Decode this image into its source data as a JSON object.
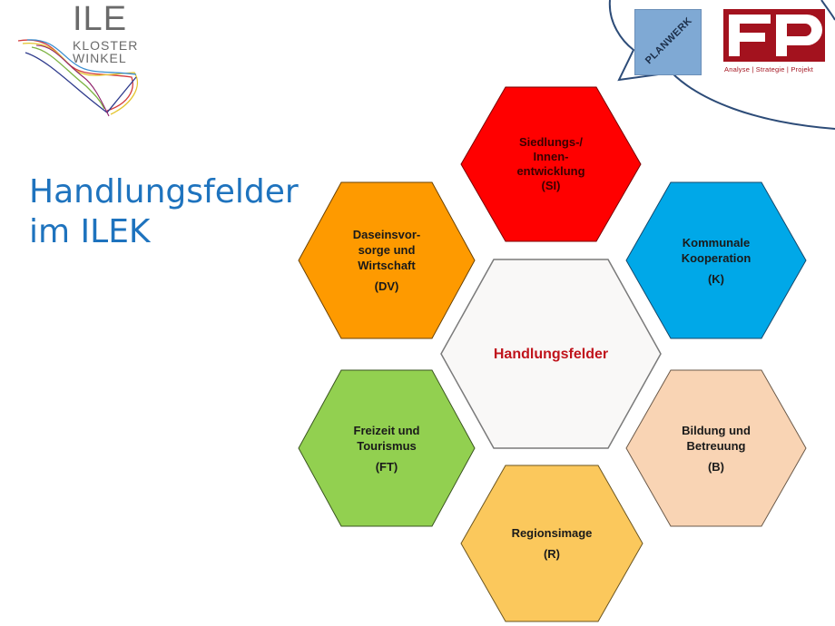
{
  "logo": {
    "ile_line1": "ILE",
    "ile_line2": "KLOSTER",
    "ile_line3": "WINKEL"
  },
  "partner_logos": {
    "planwerk_label": "PLANWERK",
    "fp_label": "FP",
    "fp_tagline": "Analyse | Strategie | Projekt"
  },
  "title": {
    "line1": "Handlungsfelder",
    "line2": "im ILEK"
  },
  "diagram": {
    "center": {
      "label": "Handlungsfelder",
      "fill": "#f9f8f7",
      "text_color": "#c0141c"
    },
    "fields": [
      {
        "id": "SI",
        "lines": [
          "Siedlungs-/",
          "Innen-",
          "entwicklung"
        ],
        "code": "(SI)",
        "fill": "#ff0000"
      },
      {
        "id": "K",
        "lines": [
          "Kommunale",
          "Kooperation"
        ],
        "code": "(K)",
        "fill": "#00a8e8"
      },
      {
        "id": "B",
        "lines": [
          "Bildung und",
          "Betreuung"
        ],
        "code": "(B)",
        "fill": "#f9d4b4"
      },
      {
        "id": "R",
        "lines": [
          "Regionsimage"
        ],
        "code": "(R)",
        "fill": "#fbc85c"
      },
      {
        "id": "FT",
        "lines": [
          "Freizeit und",
          "Tourismus"
        ],
        "code": "(FT)",
        "fill": "#92d050"
      },
      {
        "id": "DV",
        "lines": [
          "Daseinsvor-",
          "sorge und",
          "Wirtschaft"
        ],
        "code": "(DV)",
        "fill": "#fe9a00"
      }
    ]
  }
}
